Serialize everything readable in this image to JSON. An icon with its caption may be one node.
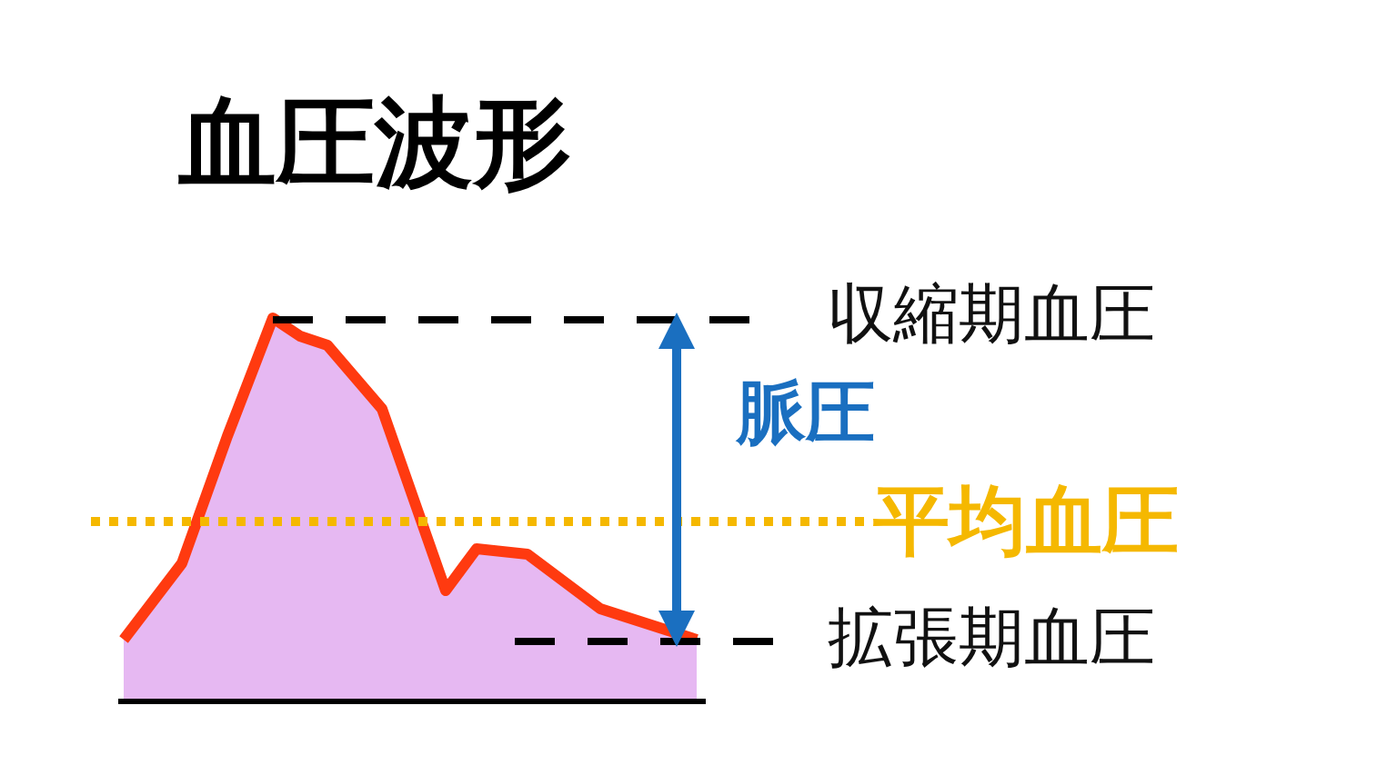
{
  "diagram": {
    "title": "血圧波形",
    "labels": [
      "収縮期血圧",
      "脈圧",
      "平均血圧",
      "拡張期血圧"
    ]
  }
}
